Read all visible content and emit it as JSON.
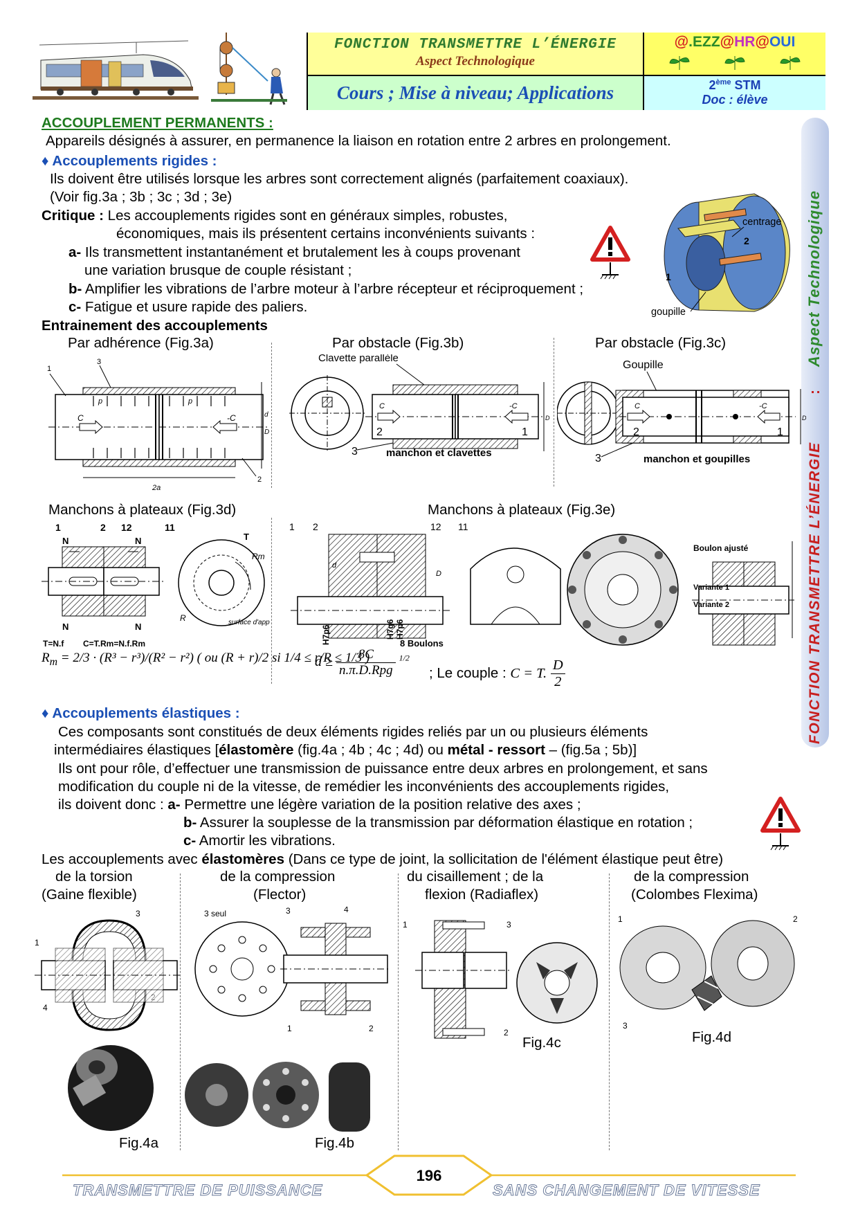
{
  "header": {
    "title": "FONCTION TRANSMETTRE L’ÉNERGIE",
    "subtitle": "Aspect Technologique",
    "course": "Cours ; Mise à niveau; Applications",
    "logo": "@.EZZ@HR@OUI",
    "class_level": "2",
    "class_sup": "ème",
    "class_name": " STM",
    "doc": "Doc : élève"
  },
  "side_banner": {
    "aspect": "Aspect Technologique",
    "colon": ":",
    "fonction": "FONCTION TRANSMETTRE L’ÉNERGIE"
  },
  "section": {
    "title": "ACCOUPLEMENT PERMANENTS :",
    "intro": "Appareils désignés à assurer, en permanence la liaison en rotation entre 2 arbres en prolongement.",
    "rigid_title": "Accouplements rigides :",
    "rigid_l1": "Ils doivent être utilisés lorsque les arbres sont correctement alignés (parfaitement coaxiaux).",
    "rigid_l2": "(Voir fig.3a ; 3b ; 3c ; 3d ; 3e)",
    "critique_label": "Critique :",
    "critique_l1": " Les accouplements rigides sont en généraux simples, robustes,",
    "critique_l2": "économiques, mais ils présentent certains inconvénients suivants :",
    "a_label": "a-",
    "a_l1": " Ils transmettent instantanément et brutalement les à coups provenant",
    "a_l2": "une variation brusque de couple résistant ;",
    "b_label": "b-",
    "b_text": " Amplifier les vibrations de l’arbre moteur à l’arbre récepteur et réciproquement ;",
    "c_label": "c-",
    "c_text": " Fatigue et usure rapide des paliers.",
    "entrainement": "Entrainement des accouplements"
  },
  "fig_labels": {
    "centrage": "centrage",
    "goupille": "goupille",
    "n1": "1",
    "n2": "2",
    "n3": "3",
    "n4": "4",
    "n11": "11",
    "n12": "12",
    "seul": "3 seul",
    "adherence": "Par adhérence (Fig.3a)",
    "obstacle_b": "Par obstacle (Fig.3b)",
    "obstacle_c": "Par obstacle (Fig.3c)",
    "clavette": "Clavette parallèle",
    "manchon_clav": "manchon et clavettes",
    "goupille_lbl": "Goupille",
    "manchon_goup": "manchon et goupilles",
    "plateaux_d": "Manchons à plateaux  (Fig.3d)",
    "plateaux_e": "Manchons à plateaux  (Fig.3e)",
    "p": "p",
    "c": "C",
    "mc": "-C",
    "a2": "2a",
    "d": "d",
    "D": "D",
    "N": "N",
    "T": "T",
    "R": "R",
    "Rm": "Rm",
    "surface": "surface d'appui",
    "h7p6": "H7p6",
    "h7g6": "H7g6",
    "boulons8": "8 Boulons",
    "boulon_ajuste": "Boulon ajusté",
    "variante1": "Variante 1",
    "variante2": "Variante 2",
    "tnf": "T=N.f",
    "ctrm": "C=T.Rm=N.f.Rm"
  },
  "formulas": {
    "rm_lhs": "R",
    "rm_sub": "m",
    "f1": "= 2/3 · (R³ − r³)/(R² − r²)",
    "f2": "( ou (R + r)/2  si 1/4 ≤ r/R ≤ 1/3 )",
    "d_lhs": "d ≥",
    "d_frac_num": "8C",
    "d_frac_den": "n.π.D.Rpg",
    "d_exp": "1/2",
    "couple_label": "; Le couple :",
    "couple_formula": "C = T.",
    "couple_num": "D",
    "couple_den": "2"
  },
  "elastic": {
    "title": "Accouplements élastiques :",
    "l1": "Ces composants sont constitués de deux éléments rigides reliés par un ou plusieurs éléments",
    "l2_a": "intermédiaires élastiques [",
    "l2_b": "élastomère",
    "l2_c": " (fig.4a ; 4b ; 4c ; 4d) ou ",
    "l2_d": "métal - ressort",
    "l2_e": " – (fig.5a ; 5b)]",
    "l3": "Ils ont pour rôle, d’effectuer une transmission de puissance entre deux arbres en prolongement, et sans",
    "l4": "modification du couple ni de la vitesse, de remédier les inconvénients des accouplements rigides,",
    "l5_a": "ils doivent donc : ",
    "a_label": "a-",
    "a_text": " Permettre une légère variation de la position relative des axes ;",
    "b_label": "b-",
    "b_text": " Assurer la souplesse de la transmission par déformation élastique en rotation ;",
    "c_label": "c-",
    "c_text": " Amortir les vibrations.",
    "l6_a": "Les accouplements avec ",
    "l6_b": "élastomères",
    "l6_c": " (Dans ce type de joint, la sollicitation de l'élément élastique peut être)"
  },
  "columns": [
    {
      "l1": "de la torsion",
      "l2": "(Gaine flexible)",
      "fig": "Fig.4a"
    },
    {
      "l1": "de la compression",
      "l2": "(Flector)",
      "fig": "Fig.4b"
    },
    {
      "l1": "du cisaillement ; de la",
      "l2": "flexion (Radiaflex)",
      "fig": "Fig.4c"
    },
    {
      "l1": "de la compression",
      "l2": "(Colombes Flexima)",
      "fig": "Fig.4d"
    }
  ],
  "footer": {
    "left": "TRANSMETTRE DE PUISSANCE",
    "page": "196",
    "right": "SANS CHANGEMENT DE VITESSE"
  },
  "colors": {
    "accent_blue": "#1a4fb5",
    "title_green": "#1e7a1e",
    "header_yellow": "#ffff99",
    "header_green": "#ccffcc",
    "side_red": "#c81e1e"
  },
  "icons": [
    "warning-sign-icon",
    "diamond-bullet-icon",
    "train-icon",
    "pulley-icon"
  ]
}
